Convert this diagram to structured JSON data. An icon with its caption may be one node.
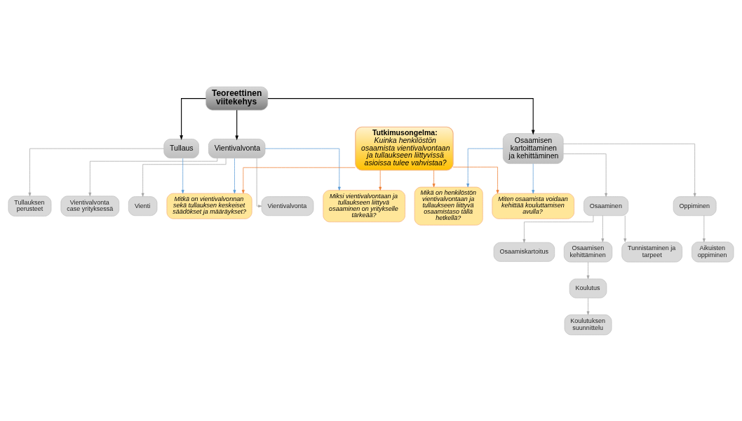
{
  "diagram": {
    "nodes": [
      {
        "text": [
          "Teoreettinen viitekehys"
        ]
      },
      {
        "text": [
          "Vienti"
        ]
      },
      {
        "text": [
          "Vientivalvonta"
        ]
      },
      {
        "text": [
          "Vientivalvonta case yrityksessä"
        ]
      },
      {
        "text": [
          "Vientivalvonta"
        ]
      },
      {
        "text": [
          "Tullauksen perusteet"
        ]
      },
      {
        "text": [
          "Tullaus"
        ]
      },
      {
        "text": [
          "Osaamisen kartoittaminen ja kehittäminen"
        ]
      },
      {
        "text": [
          "Aikuisten oppiminen"
        ]
      },
      {
        "text": [
          "Tunnistaminen ja tarpeet"
        ]
      },
      {
        "text": [
          "Osaamiskartoitus"
        ]
      },
      {
        "text": [
          "Oppiminen"
        ]
      },
      {
        "text": [
          "Osaaminen"
        ]
      },
      {
        "text": [
          "Osaamisen kehittäminen"
        ]
      },
      {
        "text": [
          "Koulutus"
        ]
      },
      {
        "text": [
          "Koulutuksen suunnittelu"
        ]
      },
      {
        "text": [
          "Mitkä on vientivalvonnan sekä tullauksen keskeiset säädökset ja määräykset?"
        ]
      },
      {
        "text": [
          "Miksi vientivalvontaan ja tullaukseen liittyvä osaaminen on yritykselle tärkeää?"
        ]
      },
      {
        "text": [
          "Mikä on henkilöstön vientivalvontaan ja tullaukseen liittyvä osaamistaso tällä hetkellä?"
        ]
      },
      {
        "text": [
          "Miten osaamista voidaan kehittää kouluttamisen avulla?"
        ]
      },
      {
        "text": [
          "Tutkimusongelma:",
          "Kuinka henkilöstön osaamista vientivalvontaan ja tullaukseen liittyvissä asioissa tulee vahvistaa?"
        ]
      }
    ],
    "edges": [
      {
        "from": 0,
        "to": 4,
        "arrow": "to",
        "color": "#000000"
      },
      {
        "from": 0,
        "to": 6,
        "arrow": "to",
        "color": "#000000"
      },
      {
        "from": 0,
        "to": 7,
        "arrow": "to",
        "color": "#000000"
      },
      {
        "from": 4,
        "to": 1,
        "arrow": "to"
      },
      {
        "from": 4,
        "to": 2,
        "arrow": "to"
      },
      {
        "from": 4,
        "to": 3,
        "arrow": "to"
      },
      {
        "from": 6,
        "to": 5,
        "arrow": "to"
      },
      {
        "from": 7,
        "to": 11,
        "arrow": "to"
      },
      {
        "from": 7,
        "to": 12,
        "arrow": "to"
      },
      {
        "from": 11,
        "to": 8,
        "arrow": "to"
      },
      {
        "from": 12,
        "to": 9,
        "arrow": "to"
      },
      {
        "from": 12,
        "to": 10,
        "arrow": "to"
      },
      {
        "from": 12,
        "to": 13,
        "arrow": "to"
      },
      {
        "from": 13,
        "to": 14,
        "arrow": "to"
      },
      {
        "from": 14,
        "to": 15,
        "arrow": "to"
      },
      {
        "from": 4,
        "to": 16,
        "arrow": "to",
        "color": "#5b9bd5"
      },
      {
        "from": 4,
        "to": 17,
        "arrow": "to",
        "color": "#5b9bd5"
      },
      {
        "from": 6,
        "to": 16,
        "arrow": "to",
        "color": "#5b9bd5"
      },
      {
        "from": 7,
        "to": 18,
        "arrow": "to",
        "color": "#5b9bd5"
      },
      {
        "from": 7,
        "to": 19,
        "arrow": "to",
        "color": "#5b9bd5"
      },
      {
        "from": 20,
        "to": 16,
        "arrow": "to",
        "color": "#ed7d31"
      },
      {
        "from": 20,
        "to": 17,
        "arrow": "to",
        "color": "#ed7d31"
      },
      {
        "from": 20,
        "to": 18,
        "arrow": "to",
        "color": "#ed7d31"
      },
      {
        "from": 20,
        "to": 19,
        "arrow": "to",
        "color": "#ed7d31"
      }
    ]
  }
}
